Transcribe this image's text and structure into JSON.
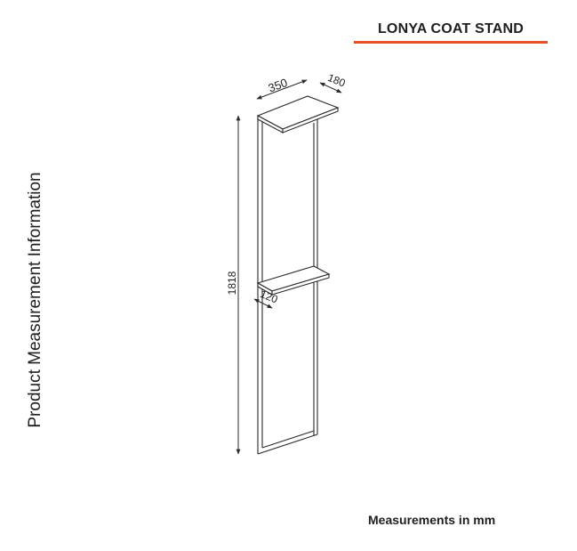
{
  "header": {
    "title": "LONYA COAT STAND",
    "accent_color": "#e8502a"
  },
  "side_label": "Product Measurement Information",
  "footer": {
    "note": "Measurements in mm"
  },
  "dimensions": {
    "width": "350",
    "depth": "180",
    "height": "1818",
    "shelf_depth": "120"
  },
  "colors": {
    "line": "#2a2a2a",
    "text": "#1e1e1e"
  }
}
